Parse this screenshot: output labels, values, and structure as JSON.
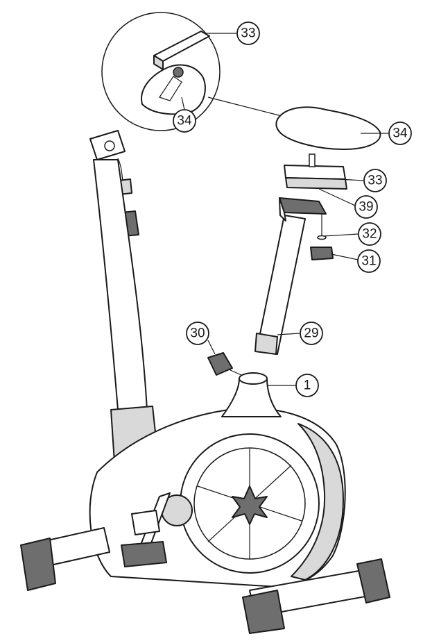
{
  "diagram": {
    "callouts": [
      {
        "id": "c33a",
        "label": "33"
      },
      {
        "id": "c34a",
        "label": "34"
      },
      {
        "id": "c34b",
        "label": "34"
      },
      {
        "id": "c33b",
        "label": "33"
      },
      {
        "id": "c39",
        "label": "39"
      },
      {
        "id": "c32",
        "label": "32"
      },
      {
        "id": "c31",
        "label": "31"
      },
      {
        "id": "c30",
        "label": "30"
      },
      {
        "id": "c29",
        "label": "29"
      },
      {
        "id": "c1",
        "label": "1"
      }
    ]
  },
  "colors": {
    "ink": "#1a1a1a",
    "fill_light": "#d9d9d9",
    "fill_dark": "#6e6e6e"
  }
}
